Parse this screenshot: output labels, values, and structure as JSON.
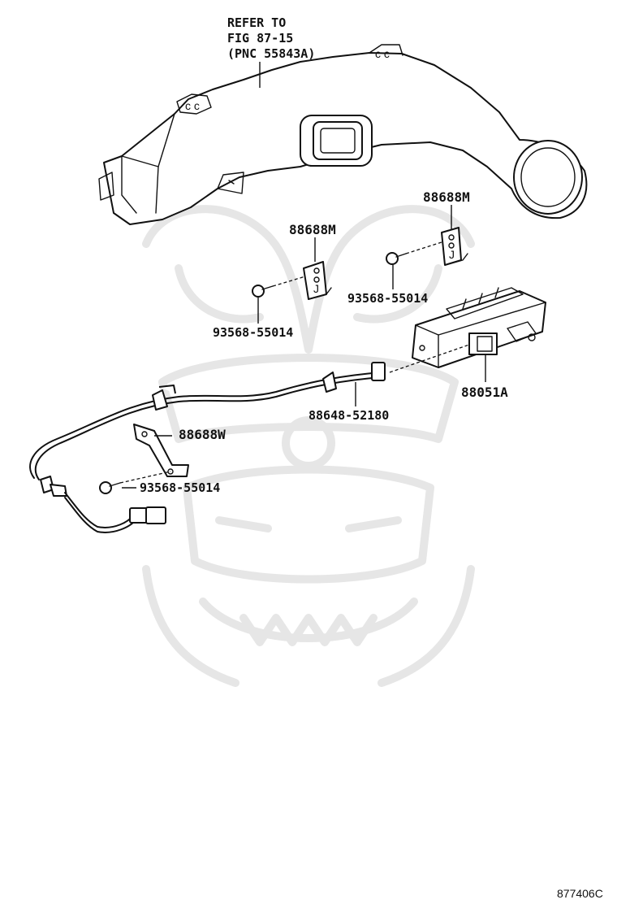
{
  "diagram_code": "877406C",
  "reference": {
    "line1": "REFER TO",
    "line2": "FIG 87-15",
    "line3": "(PNC 55843A)"
  },
  "parts": {
    "bracket_upper_right": "88688M",
    "bracket_upper_left": "88688M",
    "screw_right": "93568-55014",
    "screw_left": "93568-55014",
    "sensor_assembly": "88051A",
    "harness": "88648-52180",
    "bracket_lower": "88688W",
    "screw_lower": "93568-55014"
  }
}
